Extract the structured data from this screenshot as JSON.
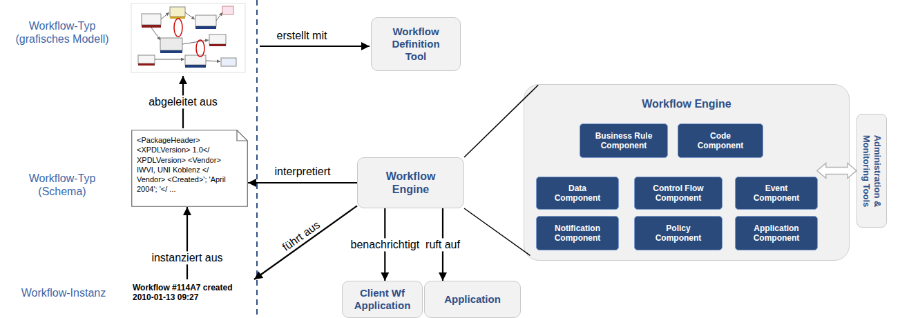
{
  "diagram": {
    "nodes": [
      {
        "text": [
          "Workflow Definition Tool"
        ]
      },
      {
        "text": [
          "<PackageHeader> <XPDLVersion> 1.0</ XPDLVersion> <Vendor> IWVI, UNI Koblenz </ Vendor> <Created>'; 'April 2004'; '</ ..."
        ]
      },
      {
        "text": [
          "Workflow #114A7 created 2010-01-13 09:27"
        ]
      },
      {
        "text": [
          "Workflow Engine"
        ]
      },
      {
        "text": [
          "Client Wf Application"
        ]
      },
      {
        "text": [
          "Application"
        ]
      },
      {
        "text": [
          "Workflow Engine"
        ]
      },
      {
        "text": [
          "Business Rule Component"
        ],
        "in": 6
      },
      {
        "text": [
          "Code Component"
        ],
        "in": 6
      },
      {
        "text": [
          "Data Component"
        ],
        "in": 6
      },
      {
        "text": [
          "Control Flow Component"
        ],
        "in": 6
      },
      {
        "text": [
          "Event Component"
        ],
        "in": 6
      },
      {
        "text": [
          "Notification Component"
        ],
        "in": 6
      },
      {
        "text": [
          "Policy Component"
        ],
        "in": 6
      },
      {
        "text": [
          "Application Component"
        ],
        "in": 6
      },
      {
        "text": [
          "Administration & Monitoring Tools"
        ]
      }
    ],
    "edges": [
      {
        "from": 2,
        "to": 1,
        "label": "instanziert aus",
        "arrow": "to"
      },
      {
        "from": 3,
        "to": 1,
        "label": "interpretiert",
        "arrow": "to"
      },
      {
        "from": 3,
        "to": 2,
        "label": "führt aus",
        "arrow": "to"
      },
      {
        "from": 3,
        "to": 4,
        "label": "benachrichtigt",
        "arrow": "to"
      },
      {
        "from": 3,
        "to": 5,
        "label": "ruft auf",
        "arrow": "to"
      },
      {
        "from": 3,
        "to": 6,
        "arrow": "none"
      },
      {
        "from": 3,
        "to": 6,
        "arrow": "none"
      },
      {
        "from": 6,
        "to": 15,
        "arrow": "both"
      }
    ],
    "labels": [
      "Workflow-Typ (grafisches Modell)",
      "erstellt mit",
      "abgeleitet aus",
      "Workflow-Typ (Schema)",
      "Workflow-Instanz"
    ]
  }
}
